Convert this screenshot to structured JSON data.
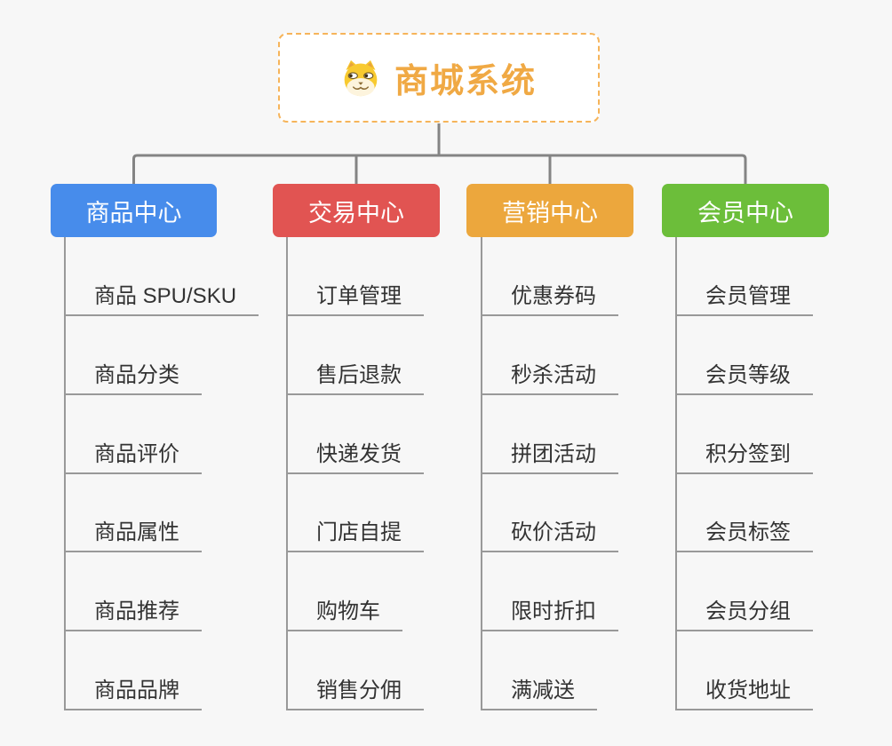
{
  "root": {
    "title": "商城系统",
    "icon": "doge-icon"
  },
  "branches": [
    {
      "label": "商品中心",
      "color": "#478ceb",
      "children": [
        "商品 SPU/SKU",
        "商品分类",
        "商品评价",
        "商品属性",
        "商品推荐",
        "商品品牌"
      ]
    },
    {
      "label": "交易中心",
      "color": "#e15452",
      "children": [
        "订单管理",
        "售后退款",
        "快递发货",
        "门店自提",
        "购物车",
        "销售分佣"
      ]
    },
    {
      "label": "营销中心",
      "color": "#eca73d",
      "children": [
        "优惠券码",
        "秒杀活动",
        "拼团活动",
        "砍价活动",
        "限时折扣",
        "满减送"
      ]
    },
    {
      "label": "会员中心",
      "color": "#6cbe3a",
      "children": [
        "会员管理",
        "会员等级",
        "积分签到",
        "会员标签",
        "会员分组",
        "收货地址"
      ]
    }
  ],
  "colors": {
    "background": "#f7f7f7",
    "connector": "#848484",
    "leaf_line": "#999999",
    "root_border": "#f6b45a",
    "root_text": "#f0a944",
    "leaf_text": "#333333",
    "branch_text": "#ffffff"
  }
}
